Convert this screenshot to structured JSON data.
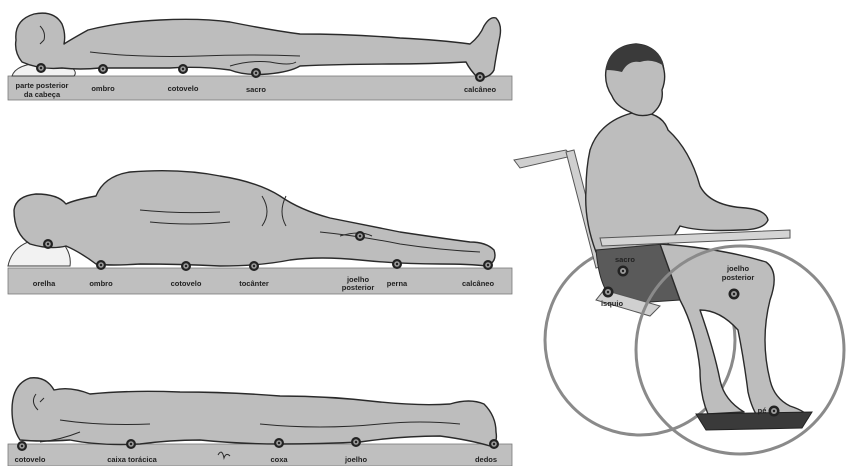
{
  "figure": {
    "supine": {
      "labels": [
        "parte posterior",
        "da cabeça",
        "ombro",
        "cotovelo",
        "sacro",
        "calcâneo"
      ]
    },
    "lateral": {
      "labels": [
        "orelha",
        "ombro",
        "cotovelo",
        "tocânter",
        "joelho",
        "posterior",
        "perna",
        "calcâneo"
      ]
    },
    "prone": {
      "labels": [
        "cotovelo",
        "caixa torácica",
        "coxa",
        "joelho",
        "dedos"
      ]
    },
    "wheelchair": {
      "labels": [
        "sacro",
        "isquio",
        "joelho",
        "posterior",
        "pé"
      ]
    }
  },
  "colors": {
    "body_fill": "#bdbdbd",
    "outline": "#2a2a2a",
    "bed": "#bfbfbf",
    "point": "#222222"
  }
}
